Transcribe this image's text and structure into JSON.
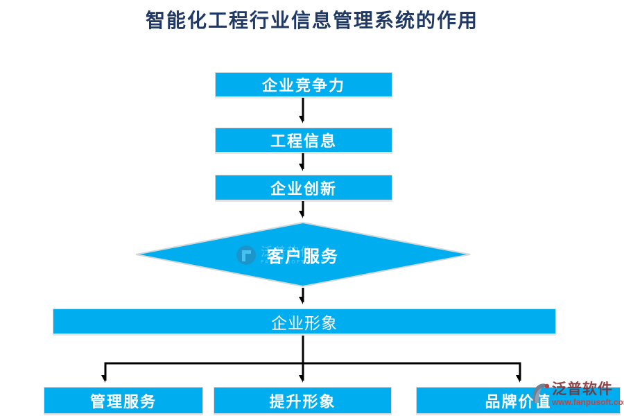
{
  "title": "智能化工程行业信息管理系统的作用",
  "colors": {
    "node_fill": "#00AEEF",
    "node_text": "#FFFFFF",
    "title_text": "#1F3864",
    "arrow": "#000000",
    "node_border": "#D6DADC",
    "brand_name_red": "#7D2C30",
    "brand_url_red": "#C24545"
  },
  "flowchart": {
    "chain": [
      {
        "label": "企业竞争力"
      },
      {
        "label": "工程信息"
      },
      {
        "label": "企业创新"
      }
    ],
    "decision": {
      "label": "客户服务"
    },
    "wide_node": {
      "label": "企业形象"
    },
    "leaves": [
      {
        "label": "管理服务"
      },
      {
        "label": "提升形象"
      },
      {
        "label": "品牌价值"
      }
    ]
  },
  "watermark": {
    "brand": "泛普软件",
    "caption": "FANPU SOFTWARE"
  },
  "brand_logo": {
    "name": "泛普软件",
    "url": "www.fanpusoft.com"
  }
}
